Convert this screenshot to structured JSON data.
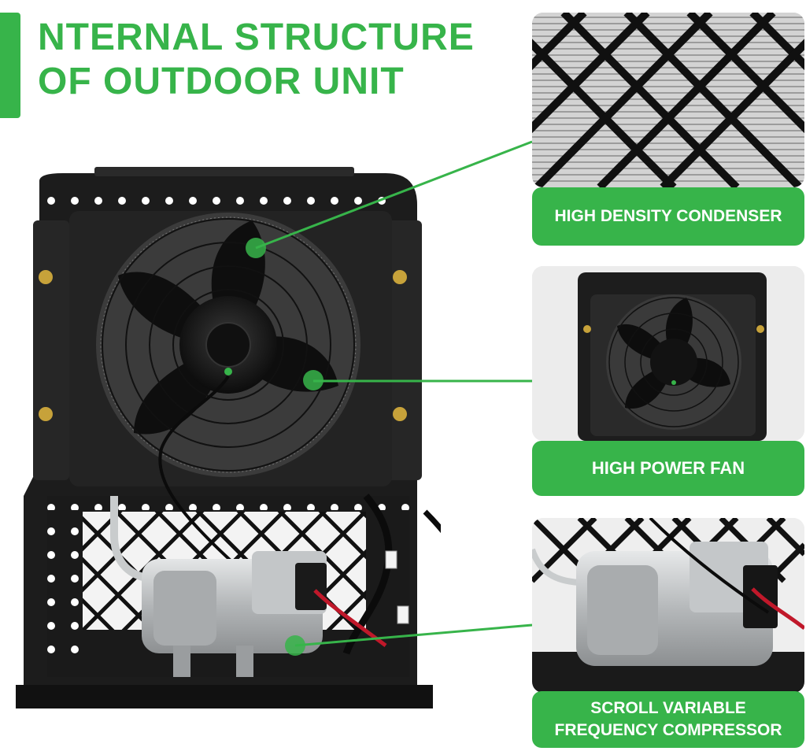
{
  "colors": {
    "green": "#37b44a",
    "dark": "#1a1a1a",
    "silver": "#b9bcbe"
  },
  "title": {
    "line1": "NTERNAL STRUCTURE",
    "line2": "OF OUTDOOR UNIT"
  },
  "features": [
    {
      "label": "HIGH DENSITY CONDENSER"
    },
    {
      "label": "HIGH POWER FAN"
    },
    {
      "label_line1": "SCROLL VARIABLE",
      "label_line2": "FREQUENCY COMPRESSOR"
    }
  ],
  "icons": [
    "fan-icon",
    "condenser-grille-icon",
    "compressor-icon",
    "connector-plug-icon"
  ]
}
